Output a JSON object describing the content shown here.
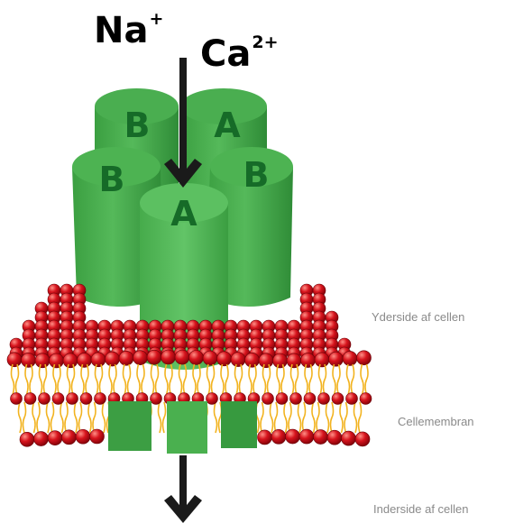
{
  "ions": {
    "sodium": {
      "symbol": "Na",
      "charge": "+"
    },
    "calcium": {
      "symbol": "Ca",
      "charge": "2+"
    }
  },
  "subunits": [
    "B",
    "A",
    "B",
    "B",
    "A"
  ],
  "labels": {
    "outside": "Yderside af cellen",
    "membrane": "Cellemembran",
    "inside": "Inderside af cellen"
  },
  "colors": {
    "channel_green": "#49b04e",
    "channel_dark": "#2f8f39",
    "letter_green": "#166b28",
    "lipid_head": "#c9141c",
    "lipid_tail": "#f2b31f",
    "arrow": "#1a1a1a"
  }
}
